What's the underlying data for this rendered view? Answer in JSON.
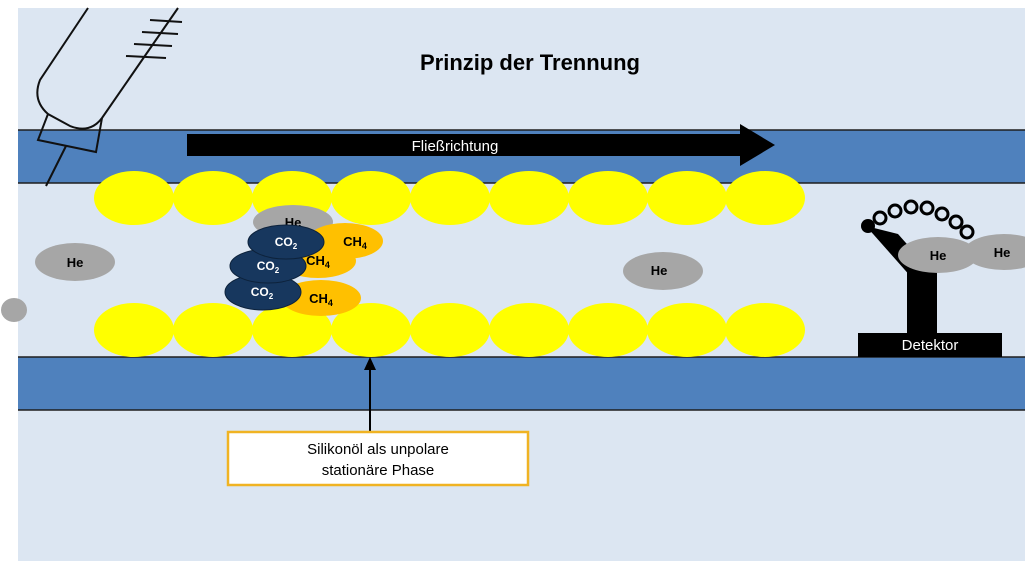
{
  "title": "Prinzip der Trennung",
  "flow_label": "Fließrichtung",
  "stationary_phase_label_line1": "Silikonöl als unpolare",
  "stationary_phase_label_line2": "stationäre Phase",
  "detector_label": "Detektor",
  "carrier_gas": "He",
  "molecule_co2": "CO",
  "molecule_ch4": "CH",
  "subscript_2": "2",
  "subscript_4": "4",
  "colors": {
    "background": "#dce6f2",
    "tube_wall": "#4f81bd",
    "stationary_phase": "#ffff00",
    "helium": "#a6a6a6",
    "co2": "#17375e",
    "ch4": "#ffc000",
    "callout_border": "#f0b323"
  }
}
